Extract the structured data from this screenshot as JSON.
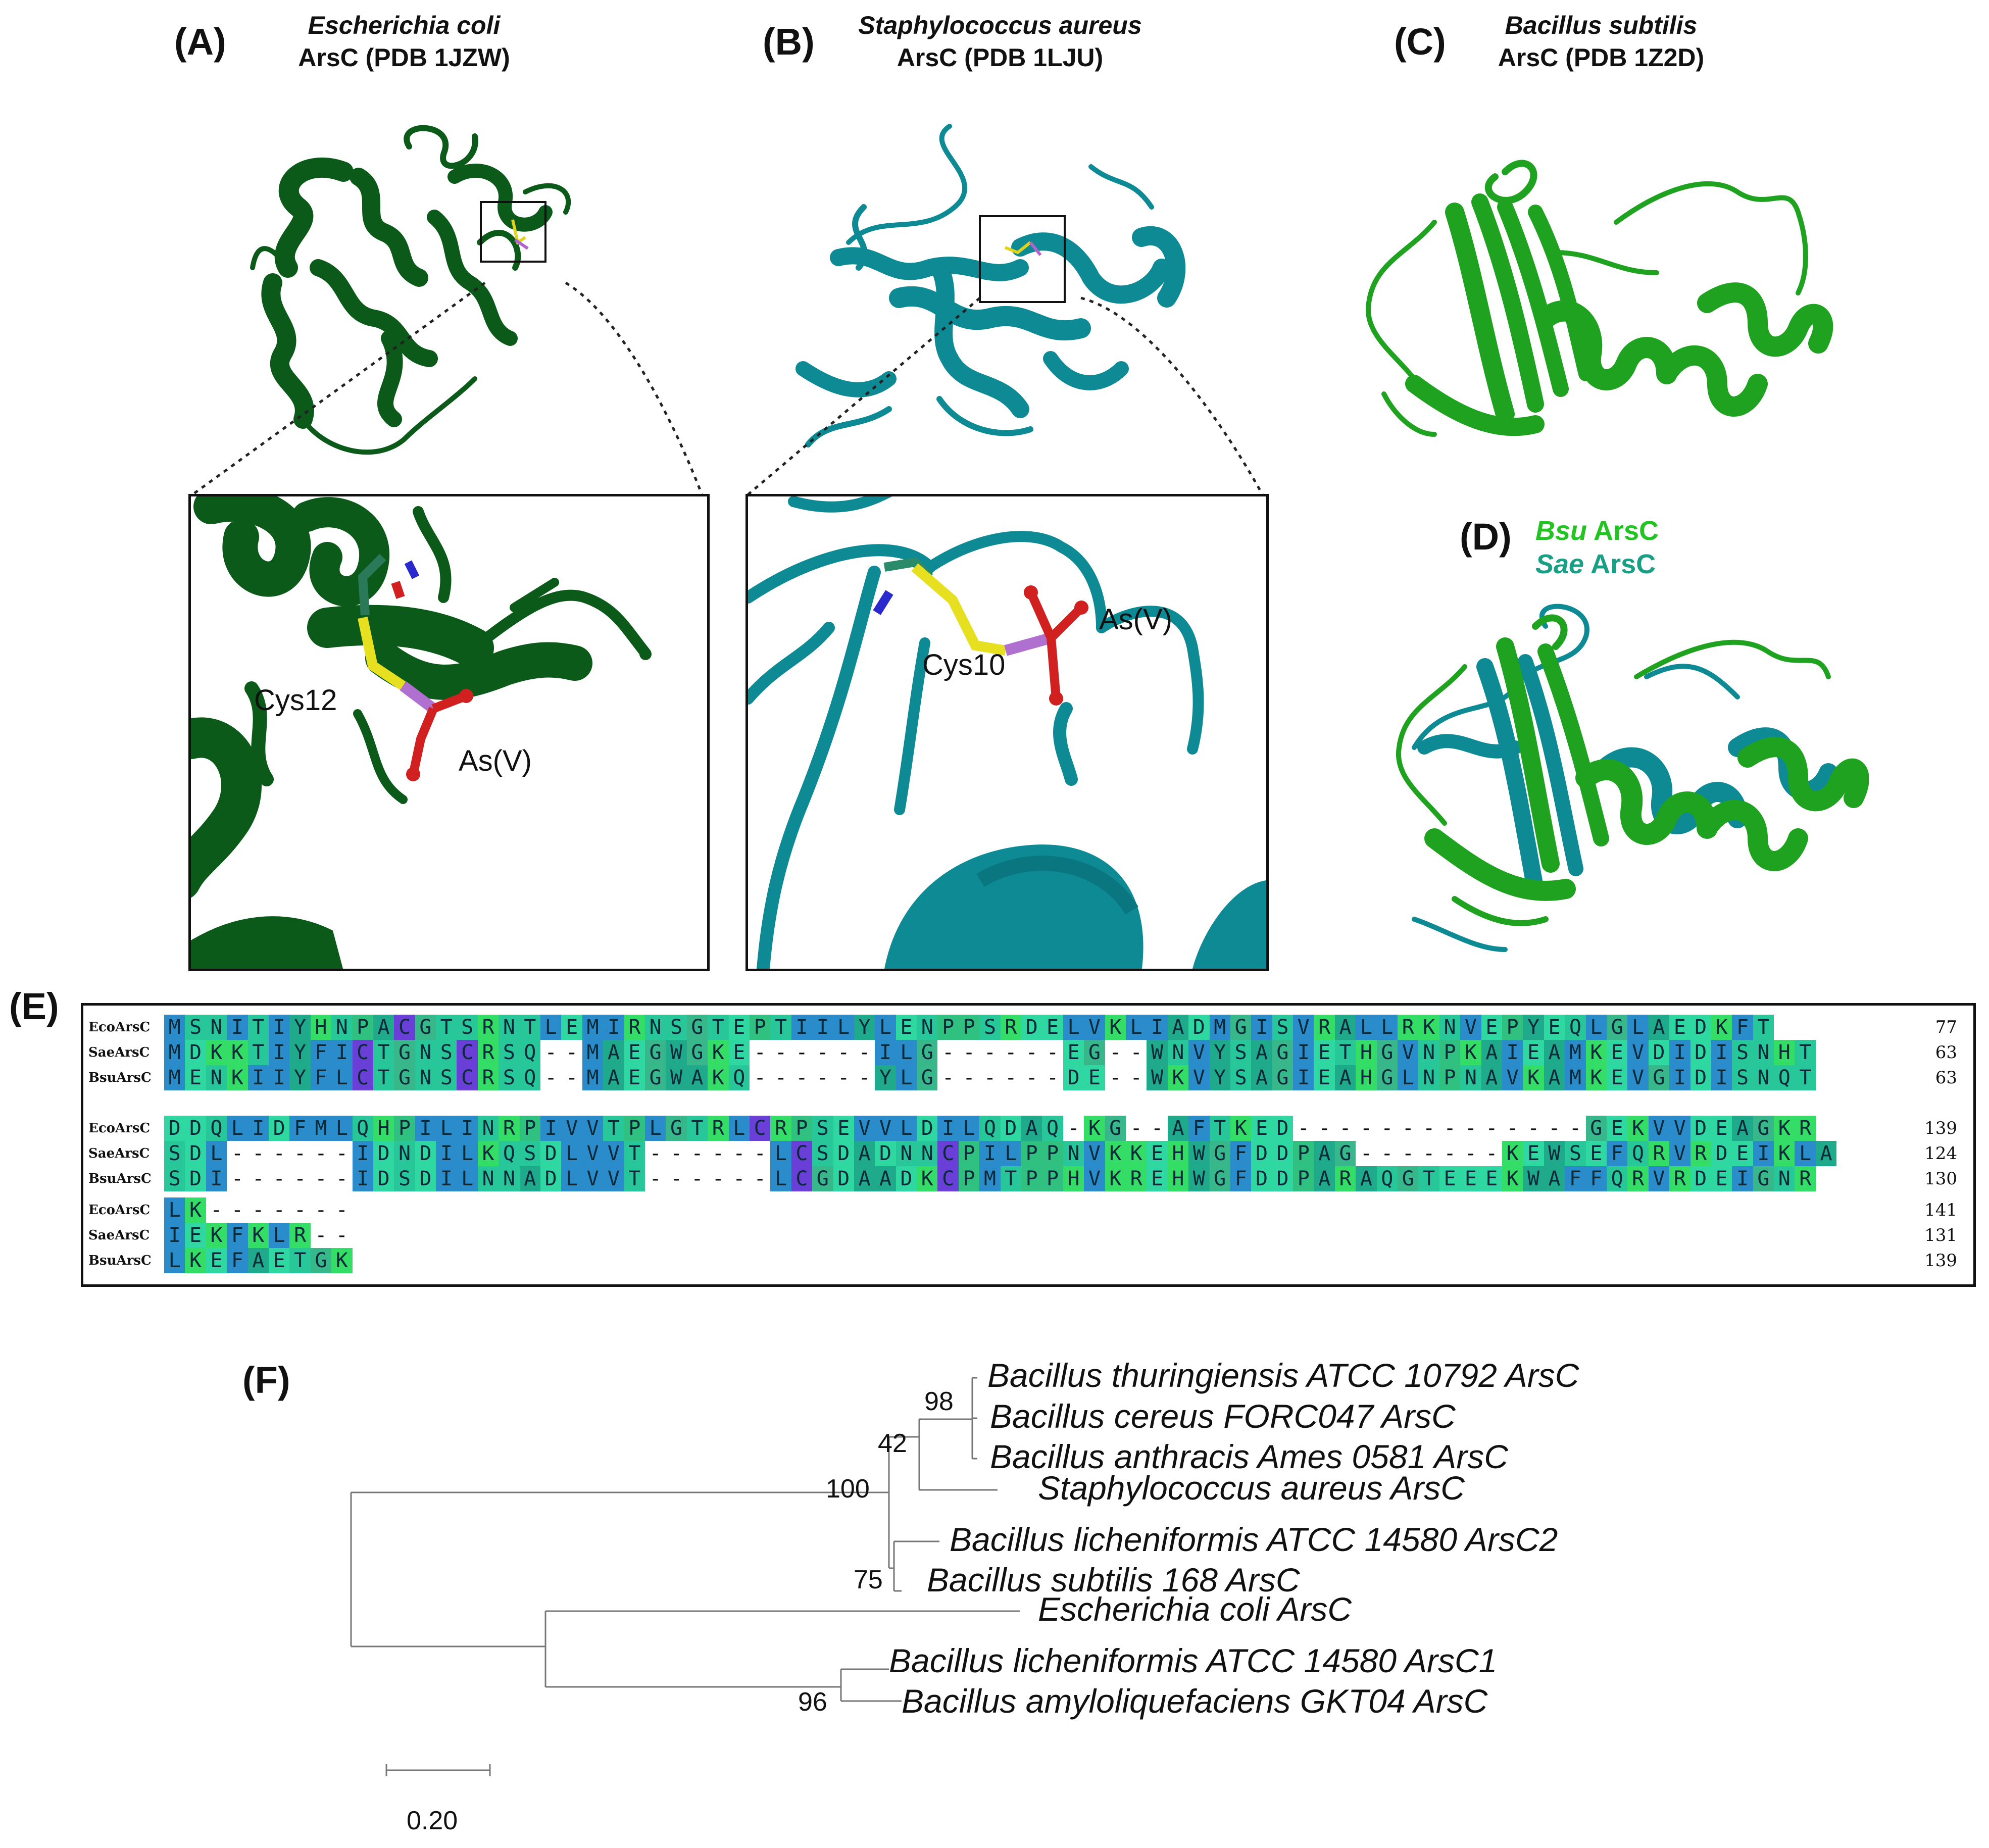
{
  "panel_a": {
    "label": "(A)",
    "species": "Escherichia coli",
    "pdb": "ArsC (PDB 1JZW)",
    "residue": "Cys12",
    "ligand": "As(V)",
    "color": "#0b5a1a"
  },
  "panel_b": {
    "label": "(B)",
    "species": "Staphylococcus aureus",
    "pdb": "ArsC (PDB 1LJU)",
    "residue": "Cys10",
    "ligand": "As(V)",
    "color": "#0e8a94"
  },
  "panel_c": {
    "label": "(C)",
    "species": "Bacillus subtilis",
    "pdb": "ArsC (PDB 1Z2D)",
    "color": "#1fa21f"
  },
  "panel_d": {
    "label": "(D)",
    "legend": [
      {
        "prefix": "Bsu",
        "text": " ArsC",
        "color": "#22c322"
      },
      {
        "prefix": "Sae",
        "text": " ArsC",
        "color": "#1a9e84"
      }
    ]
  },
  "panel_e": {
    "label": "(E)",
    "blocks": [
      {
        "names": [
          "EcoArsC",
          "SaeArsC",
          "BsuArsC"
        ],
        "seqs": [
          "MSNITIYHNPACGTSRNTLEMIRNSGTEPTIILYLENPPSRDELVKLIADMGISVRALLRKNVEPYEQLGLAEDKFT",
          "MDKKTIYFICTGNSCRSQ--MAEGWGKE------ILG------EG--WNVYSAGIETHGVNPKAIEAMKEVDIDISNHT",
          "MENKIIYFLCTGNSCRSQ--MAEGWAKQ------YLG------DE--WKVYSAGIEAHGLNPNAVKAMKEVGIDISNQT"
        ],
        "ends": [
          "77",
          "63",
          "63"
        ]
      },
      {
        "names": [
          "EcoArsC",
          "SaeArsC",
          "BsuArsC"
        ],
        "seqs": [
          "DDQLIDFMLQHPILINRPIVVTPLGTRLCRPSEVVLDILQDAQ-KG--AFTKED--------------GEKVVDEAGKR",
          "SDL------IDNDILKQSDLVVT------LCSDADNNCPILPPNVKKEHWGFDDPAG-------KEWSEFQRVRDEIKLA",
          "SDI------IDSDILNNADLVVT------LCGDAADKCPMTPPHVKREHWGFDDPARAQGTEEEKWAFFQRVRDEIGNR"
        ],
        "ends": [
          "139",
          "124",
          "130"
        ]
      },
      {
        "names": [
          "EcoArsC",
          "SaeArsC",
          "BsuArsC"
        ],
        "seqs": [
          "LK-------",
          "IEKFKLR--",
          "LKEFAETGK"
        ],
        "ends": [
          "141",
          "131",
          "139"
        ]
      }
    ]
  },
  "panel_f": {
    "label": "(F)",
    "taxa": [
      "Bacillus thuringiensis ATCC 10792 ArsC",
      "Bacillus cereus FORC047 ArsC",
      "Bacillus anthracis Ames 0581 ArsC",
      "Staphylococcus aureus ArsC",
      "Bacillus licheniformis ATCC 14580 ArsC2",
      "Bacillus subtilis 168 ArsC",
      "Escherichia coli ArsC",
      "Bacillus licheniformis ATCC 14580 ArsC1",
      "Bacillus amyloliquefaciens GKT04 ArsC"
    ],
    "bootstrap": [
      "98",
      "42",
      "100",
      "75",
      "96"
    ],
    "scale_label": "0.20"
  }
}
